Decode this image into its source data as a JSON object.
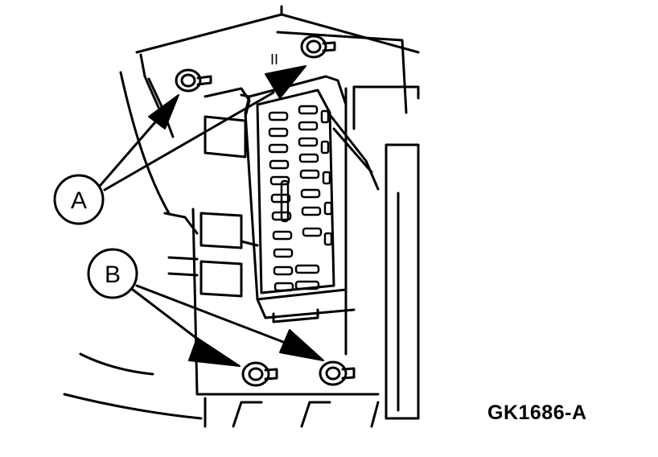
{
  "callouts": {
    "a": {
      "label": "A"
    },
    "b": {
      "label": "B"
    }
  },
  "fuse_box": {
    "top_mark": "II"
  },
  "figure_code": "GK1686-A",
  "colors": {
    "ink": "#000000",
    "paper": "#ffffff"
  }
}
